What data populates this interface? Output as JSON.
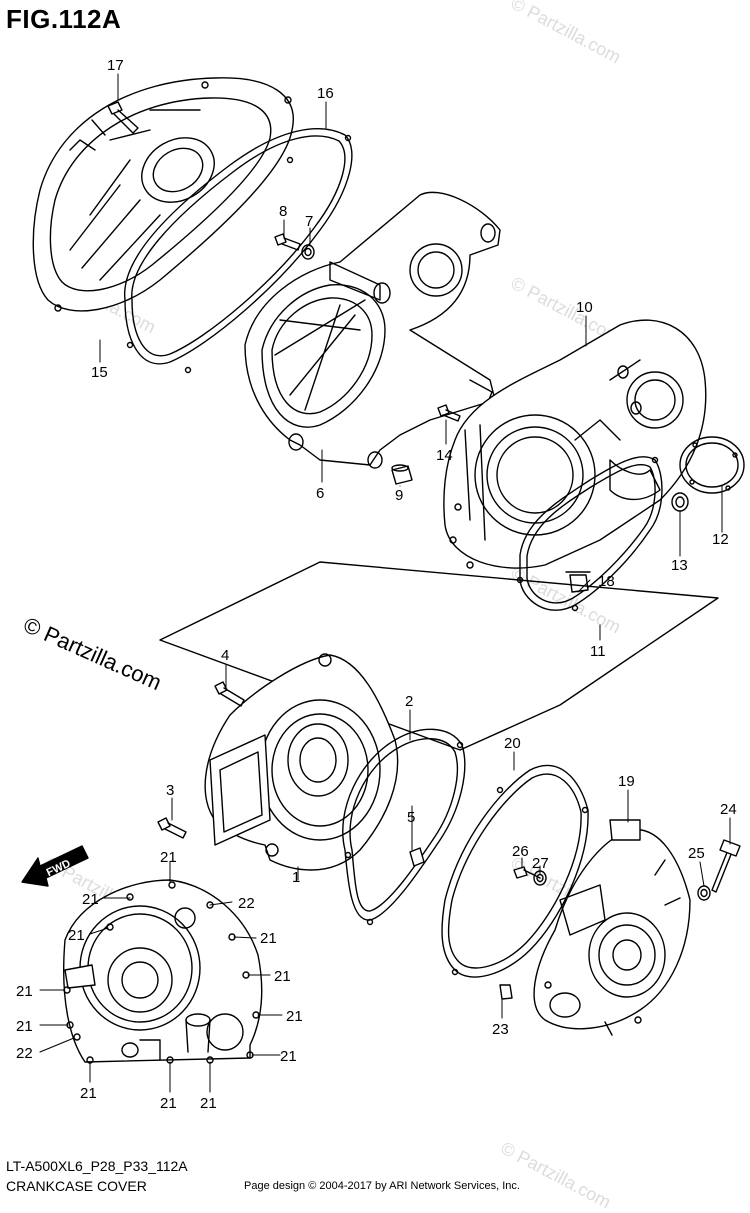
{
  "figure": {
    "title": "FIG.112A",
    "part_code": "LT-A500XL6_P28_P33_112A",
    "section_name": "CRANKCASE COVER",
    "copyright": "Page design © 2004-2017 by ARI Network Services, Inc.",
    "watermark_main": "© Partzilla.com",
    "watermark_faint": "© Partzilla.com",
    "fwd_label": "FWD"
  },
  "callouts": [
    "1",
    "2",
    "3",
    "4",
    "5",
    "6",
    "7",
    "8",
    "9",
    "10",
    "11",
    "12",
    "13",
    "14",
    "15",
    "16",
    "17",
    "18",
    "19",
    "20",
    "21",
    "22",
    "23",
    "24",
    "25",
    "26",
    "27"
  ],
  "colors": {
    "ink": "#000000",
    "background": "#ffffff",
    "watermark_faint": "#dcdcdc"
  }
}
